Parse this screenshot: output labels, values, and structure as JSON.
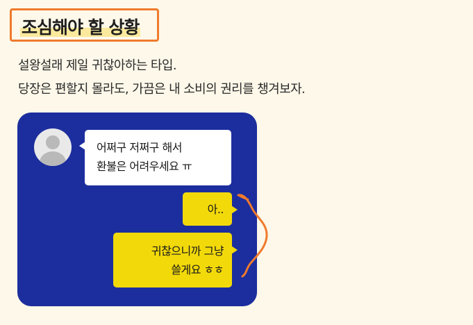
{
  "section": {
    "title": "조심해야 할 상황"
  },
  "description": {
    "line1": "설왕설래 제일 귀찮아하는 타입.",
    "line2": "당장은 편할지 몰라도, 가끔은 내 소비의 권리를 챙겨보자."
  },
  "chat": {
    "incoming": {
      "line1": "어쩌구 저쩌구 해서",
      "line2": "환불은 어려우세요 ㅠ"
    },
    "outgoing_short": {
      "line1": "아.."
    },
    "outgoing_long": {
      "line1": "귀찮으니까 그냥",
      "line2": "쓸게요 ㅎㅎ"
    }
  },
  "colors": {
    "page_background": "#fdf8e9",
    "card_background": "#1c2e9e",
    "title_box_border": "#f07a2c",
    "title_highlight": "#fbe99d",
    "bubble_outgoing": "#f2d90a",
    "bubble_incoming": "#ffffff",
    "annotation": "#f07a2c"
  },
  "icons": {
    "avatar": "default-user-avatar-icon"
  }
}
